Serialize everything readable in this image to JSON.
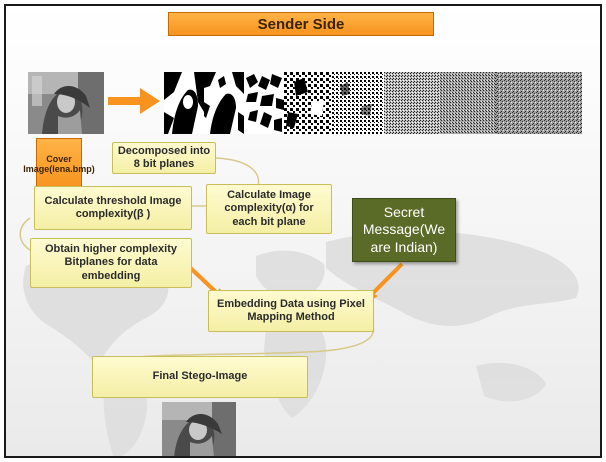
{
  "title": "Sender Side",
  "cover_label": "Cover Image(lena.bmp)",
  "secret_label": "Secret Message(We are Indian)",
  "steps": {
    "decompose": "Decomposed into 8 bit planes",
    "calc_alpha": "Calculate Image complexity(α) for each bit plane",
    "calc_beta": "Calculate threshold Image complexity(β )",
    "obtain": "Obtain higher complexity Bitplanes for data embedding",
    "embed": "Embedding Data using Pixel Mapping Method",
    "final": "Final Stego-Image"
  },
  "colors": {
    "accent_orange": "#f7931e",
    "step_fill": "#f4efa5",
    "secret_fill": "#5a6b28",
    "connector": "#d7c98a"
  }
}
